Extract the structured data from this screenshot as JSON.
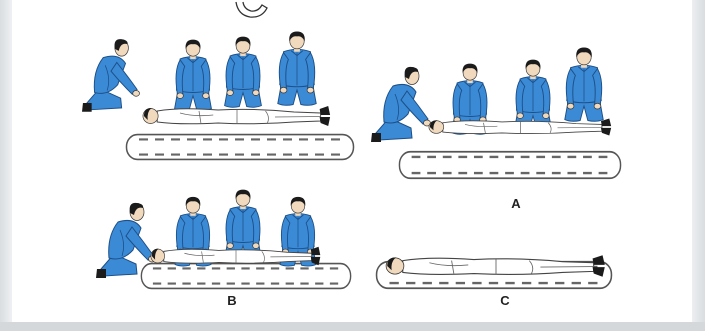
{
  "labels": {
    "scene_a": "A",
    "scene_b": "B",
    "scene_c": "C"
  },
  "colors": {
    "uniform": "#3b8ad6",
    "uniform_outline": "#1e4f86",
    "hair": "#1b1b1b",
    "skin": "#f1d9bd"
  }
}
